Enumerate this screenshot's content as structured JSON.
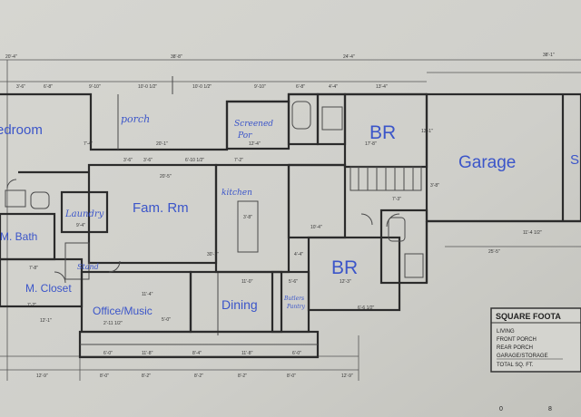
{
  "rooms": {
    "bedroom": "edroom",
    "porch": "porch",
    "screened_porch_1": "Screened",
    "screened_porch_2": "Por",
    "br_top": "BR",
    "garage": "Garage",
    "edge_partial": "S",
    "laundry": "Laundry",
    "fam_rm": "Fam. Rm",
    "kitchen": "kitchen",
    "m_bath": "M. Bath",
    "m_closet": "M. Closet",
    "stand": "Stand",
    "br_bottom": "BR",
    "office_music": "Office/Music",
    "dining": "Dining",
    "butler_pantry_1": "Butlers",
    "butler_pantry_2": "Pantry"
  },
  "legend": {
    "title": "SQUARE FOOTA",
    "rows": [
      "LIVING",
      "FRONT PORCH",
      "REAR PORCH",
      "GARAGE/STORAGE",
      "TOTAL SQ. FT."
    ],
    "scale_marks": [
      "0",
      "8"
    ]
  },
  "dims": {
    "top_1": "20'-4\"",
    "top_2": "38'-8\"",
    "top_3": "24'-4\"",
    "top_4": "38'-1\"",
    "row2_1": "3'-6\"",
    "row2_2": "6'-8\"",
    "row2_3": "9'-10\"",
    "row2_4": "10'-0 1/2\"",
    "row2_5": "10'-0 1/2\"",
    "row2_6": "9'-10\"",
    "row2_7": "6'-8\"",
    "row2_8": "4'-4\"",
    "row2_9": "13'-4\"",
    "porch_w": "20'-1\"",
    "porch_h": "7'-4\"",
    "scr_w": "12'-4\"",
    "br_w": "17'-8\"",
    "br_h": "13'-1\"",
    "fam_w": "20'-5\"",
    "fam_a": "3'-6\"",
    "fam_b": "3'-6\"",
    "fam_c": "6'-10 1/2\"",
    "fam_d": "7'-2\"",
    "laundry_w": "9'-4\"",
    "kitchen_a": "3'-8\"",
    "kitchen_b": "10'-4\"",
    "kitchen_c": "4'-4\"",
    "island_h": "30'-1\"",
    "garage_a": "3'-8\"",
    "garage_b": "11'-4 1/2\"",
    "garage_c": "25'-5\"",
    "hall_a": "7'-3\"",
    "mbath_w": "7'-8\"",
    "mcloset_w": "7'-2\"",
    "mcloset_b": "12'-1\"",
    "office_w": "11'-4\"",
    "office_b": "2'-11 1/2\"",
    "office_c": "5'-0\"",
    "dining_w": "11'-0\"",
    "pantry_w": "5'-6\"",
    "br2_w": "12'-3\"",
    "br2_b": "6'-6 1/2\"",
    "bot_1": "6'-0\"",
    "bot_2": "11'-8\"",
    "bot_3": "8'-4\"",
    "bot_4": "11'-8\"",
    "bot_5": "6'-0\"",
    "bot_6": "12'-9\"",
    "bot_7": "8'-0\"",
    "bot_8": "8'-2\"",
    "bot_9": "8'-2\"",
    "bot_10": "8'-2\"",
    "bot_11": "8'-0\"",
    "bot_12": "12'-9\""
  }
}
